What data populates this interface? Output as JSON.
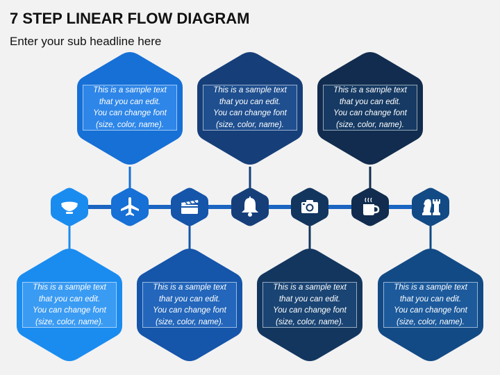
{
  "header": {
    "title": "7 STEP LINEAR FLOW DIAGRAM",
    "subtitle": "Enter your sub headline here"
  },
  "colors": {
    "step1": "#1a8cf0",
    "step2": "#1670d6",
    "step3": "#1555aa",
    "step4": "#163f7a",
    "step5": "#13365f",
    "step6": "#112c4e",
    "step7": "#124a85",
    "line": "#1b65c2",
    "background": "#f2f2f2"
  },
  "steps": [
    {
      "icon": "bowl-icon",
      "text": [
        "This is a sample text",
        "that you can edit.",
        "You can change font",
        "(size, color, name)."
      ]
    },
    {
      "icon": "airplane-icon",
      "text": [
        "This is a sample text",
        "that you can edit.",
        "You can change font",
        "(size, color, name)."
      ]
    },
    {
      "icon": "clapperboard-icon",
      "text": [
        "This is a sample text",
        "that you can edit.",
        "You can change font",
        "(size, color, name)."
      ]
    },
    {
      "icon": "bell-icon",
      "text": [
        "This is a sample text",
        "that you can edit.",
        "You can change font",
        "(size, color, name)."
      ]
    },
    {
      "icon": "camera-icon",
      "text": [
        "This is a sample text",
        "that you can edit.",
        "You can change font",
        "(size, color, name)."
      ]
    },
    {
      "icon": "coffee-cup-icon",
      "text": [
        "This is a sample text",
        "that you can edit.",
        "You can change font",
        "(size, color, name)."
      ]
    },
    {
      "icon": "chess-pieces-icon",
      "text": [
        "This is a sample text",
        "that you can edit.",
        "You can change font",
        "(size, color, name)."
      ]
    }
  ]
}
